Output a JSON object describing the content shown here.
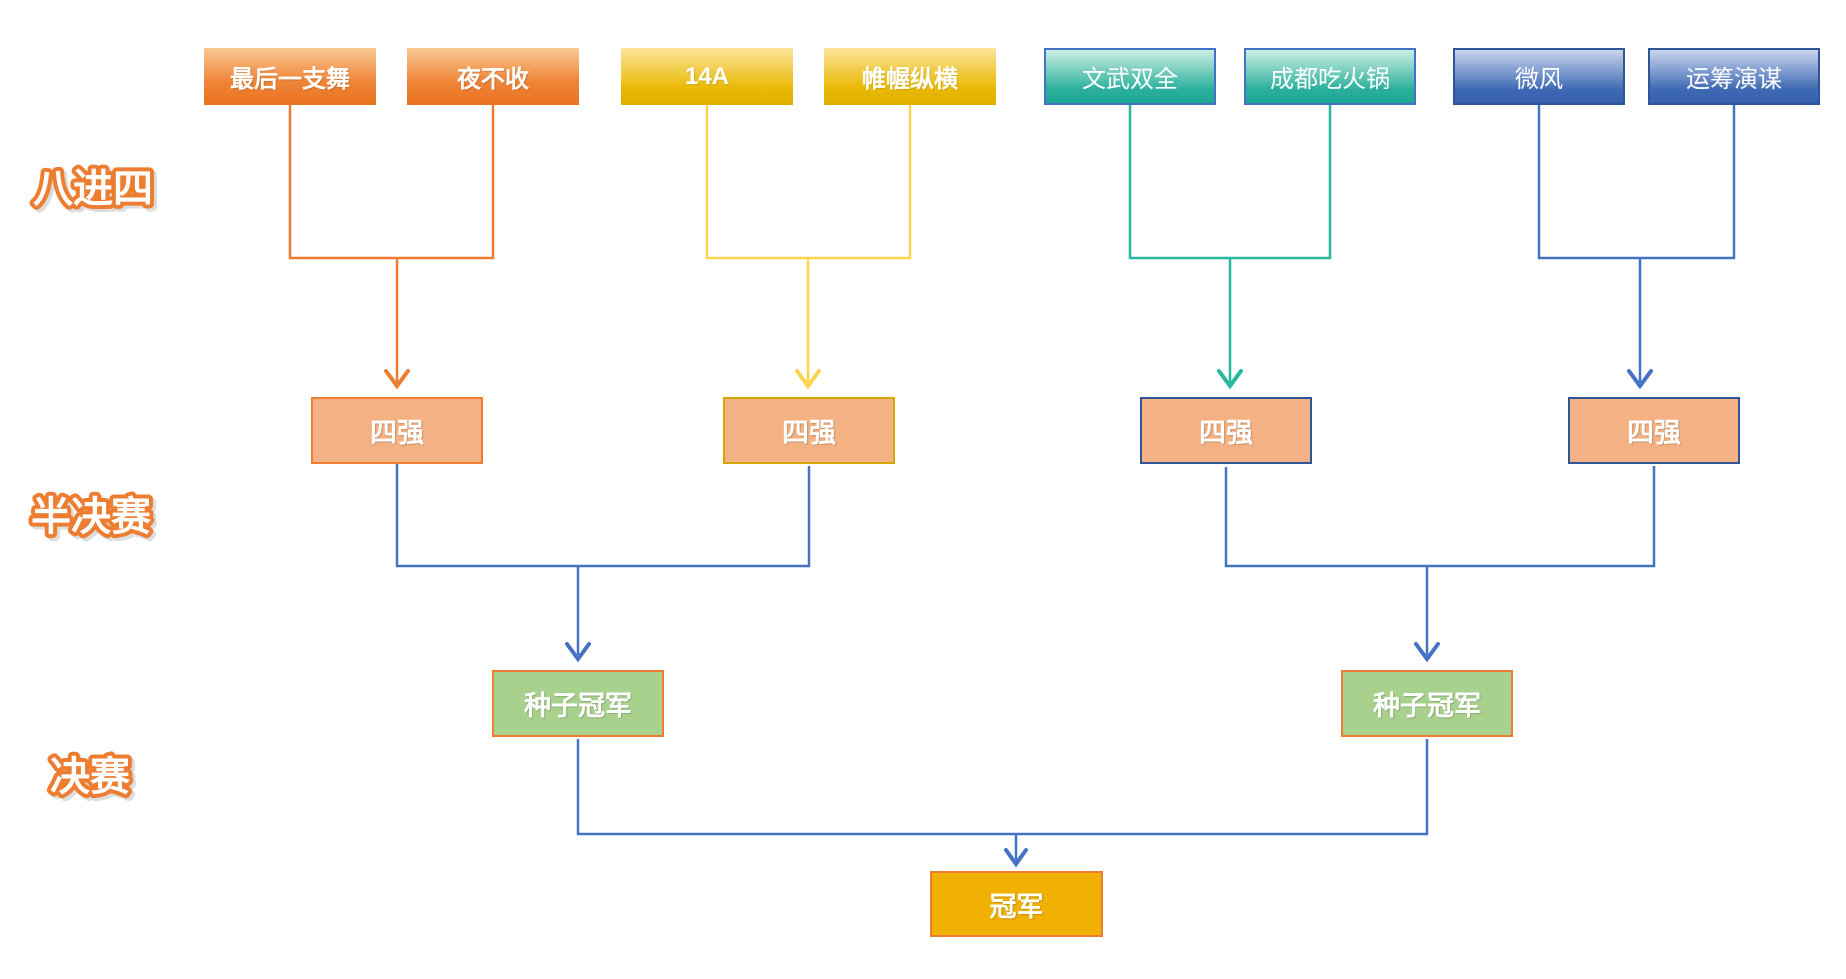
{
  "rounds": [
    {
      "label": "八进四"
    },
    {
      "label": "半决赛"
    },
    {
      "label": "决赛"
    }
  ],
  "teams": [
    {
      "name": "最后一支舞",
      "theme": "orange"
    },
    {
      "name": "夜不收",
      "theme": "orange"
    },
    {
      "name": "14A",
      "theme": "gold"
    },
    {
      "name": "帷幄纵横",
      "theme": "gold"
    },
    {
      "name": "文武双全",
      "theme": "teal"
    },
    {
      "name": "成都吃火锅",
      "theme": "teal"
    },
    {
      "name": "微风",
      "theme": "blue"
    },
    {
      "name": "运筹演谋",
      "theme": "blue"
    }
  ],
  "advancement": {
    "quarter_winners": [
      {
        "label": "四强"
      },
      {
        "label": "四强"
      },
      {
        "label": "四强"
      },
      {
        "label": "四强"
      }
    ],
    "semi_winners": [
      {
        "label": "种子冠军"
      },
      {
        "label": "种子冠军"
      }
    ],
    "champion": {
      "label": "冠军"
    }
  },
  "colors": {
    "bracket_orange": "#ed7d31",
    "bracket_gold": "#ffd34d",
    "bracket_teal": "#29b79e",
    "bracket_blue": "#4472c4",
    "quarter_slot_fill": "#f4b183",
    "semi_winner_slot_fill": "#a9d18e",
    "champion_slot_fill": "#f0b102",
    "round_label_outline": "#ed7d31"
  }
}
